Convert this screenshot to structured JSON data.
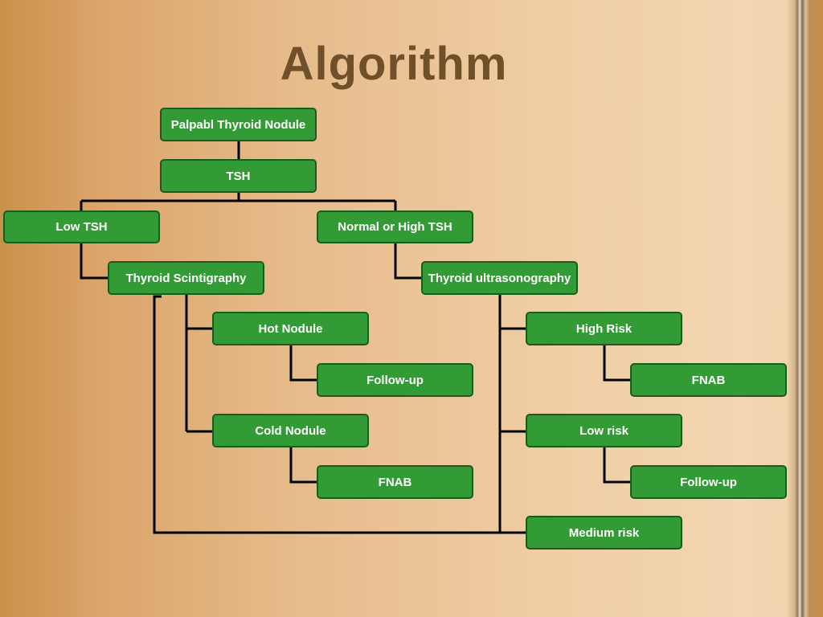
{
  "slide": {
    "title": "Algorithm"
  },
  "nodes": {
    "palpable_nodule": "Palpabl Thyroid Nodule",
    "tsh": "TSH",
    "low_tsh": "Low TSH",
    "normal_high_tsh": "Normal or High TSH",
    "scintigraphy": "Thyroid Scintigraphy",
    "ultrasonography": "Thyroid ultrasonography",
    "hot_nodule": "Hot Nodule",
    "hot_followup": "Follow-up",
    "cold_nodule": "Cold Nodule",
    "cold_fnab": "FNAB",
    "high_risk": "High Risk",
    "high_fnab": "FNAB",
    "low_risk": "Low risk",
    "low_followup": "Follow-up",
    "medium_risk": "Medium risk"
  },
  "colors": {
    "node_fill": "#339b35",
    "node_border": "#1d5a1d",
    "connector": "#000000",
    "title": "#70502a"
  }
}
